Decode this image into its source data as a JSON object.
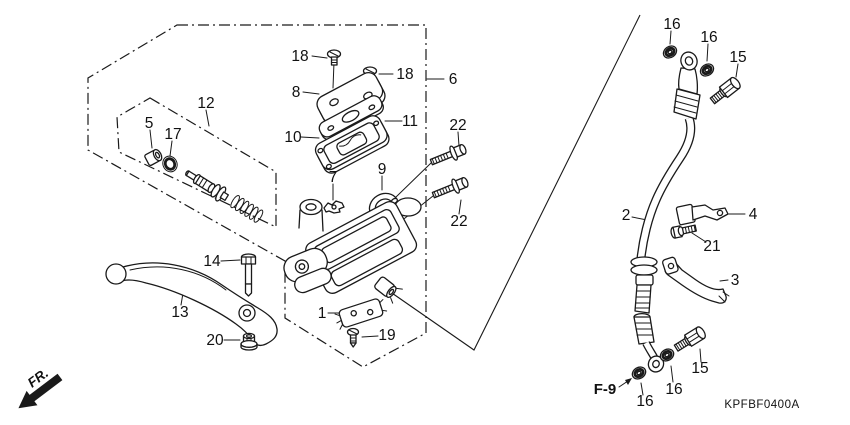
{
  "diagram_code": "KPFBF0400A",
  "direction_label": "FR.",
  "reference_label": "F-9",
  "colors": {
    "line": "#1a1a1a",
    "background": "#ffffff"
  },
  "callouts": {
    "switch_bracket": "1",
    "brake_hose": "2",
    "stay": "3",
    "hose_clamp": "4",
    "boot": "5",
    "master_cylinder_assembly": "6",
    "clip": "7",
    "reservoir_cap": "8",
    "handle_clamp": "9",
    "diaphragm": "10",
    "set_plate": "11",
    "piston_kit": "12",
    "brake_lever": "13",
    "lever_bolt": "14",
    "oil_bolt_top": "15",
    "oil_bolt_bottom": "15",
    "washer_top_a": "16",
    "washer_top_b": "16",
    "washer_bottom_a": "16",
    "washer_bottom_b": "16",
    "circlip": "17",
    "cap_screw_a": "18",
    "cap_screw_b": "18",
    "switch_screw": "19",
    "lever_nut": "20",
    "clamp_bolt": "21",
    "clamp_bolt_a": "22",
    "clamp_bolt_b": "22"
  }
}
